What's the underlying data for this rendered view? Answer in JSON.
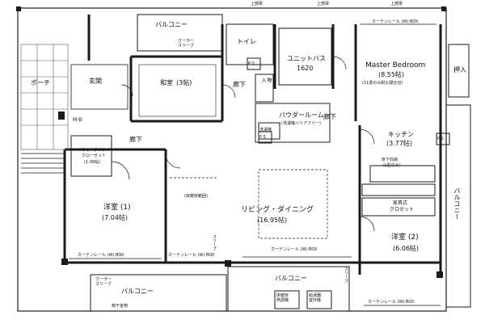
{
  "rooms": {
    "master": {
      "name": "Master Bedroom",
      "area": "(8.55帖)",
      "note": "(11畳のみ耐火間仕切)"
    },
    "unit_bath": {
      "name": "ユニットバス",
      "size": "1620"
    },
    "toilet": "トイレ",
    "powder": {
      "name": "パウダールーム",
      "note": "(洗濯機バリアフリー)"
    },
    "washing": "洗濯機",
    "storage": "物\n入",
    "washitsu": {
      "name": "和室",
      "area": "(3帖)"
    },
    "genkan": "玄関",
    "porch": "ポーチ",
    "hall": "廊下",
    "hall2": "廊下",
    "hall3": "廊下",
    "kitchen": {
      "name": "キッチン",
      "area": "(3.77帖)"
    },
    "floor_storage": {
      "name": "床下収納",
      "note": "(L型のみ)"
    },
    "wic": {
      "name": "ウォークイン",
      "name2": "クローゼット",
      "area": "(1.09帖)"
    },
    "yoshitsu1": {
      "name": "洋室 (1)",
      "area": "(7.04帖)"
    },
    "living": {
      "name": "リビング・ダイニング",
      "area": "(16.95帖)"
    },
    "yoshitsu2": {
      "name": "洋室 (2)",
      "area": "(6.06帖)"
    },
    "furniture_closet": {
      "name": "家具式",
      "name2": "クロゼット"
    },
    "pipe_space": "P·S",
    "mb": "M·B",
    "oshiire": "押入"
  },
  "balconies": {
    "top": "バルコニー",
    "right": "バルコニー",
    "bottom_left": "バルコニー",
    "bottom_center": "バルコニー"
  },
  "annotations": {
    "curtain_top": "カーテンレール (W)·BOX",
    "curtain_bottom_left": "カーテンレール (W)·BOX",
    "curtain_living": "カーテンレール (W)·BOX",
    "curtain_living2": "カーテンレール (W)·BOX",
    "curtain_bottom_right": "カーテンレール (W)·BOX",
    "cooler_sleeve_top": "クーラー\nスリーブ",
    "cooler_sleeve_bottom": "クーラー\nスリーブ",
    "sleeve_left": "スリーブ",
    "sleeve_right": "スリーブ",
    "beam_top1": "上部梁",
    "beam_top2": "上部梁",
    "beam_top3": "上部梁",
    "floor_heating": "(床暖房範囲)",
    "clothes_hanger": "物干金物",
    "outdoor_unit1": "床暖房\n熱源機",
    "outdoor_unit2": "給湯器\n室外機",
    "mb_label": "M·B"
  },
  "colors": {
    "line": "#222222",
    "wall": "#1a1a1a",
    "grid": "#555555",
    "bg": "#ffffff"
  }
}
